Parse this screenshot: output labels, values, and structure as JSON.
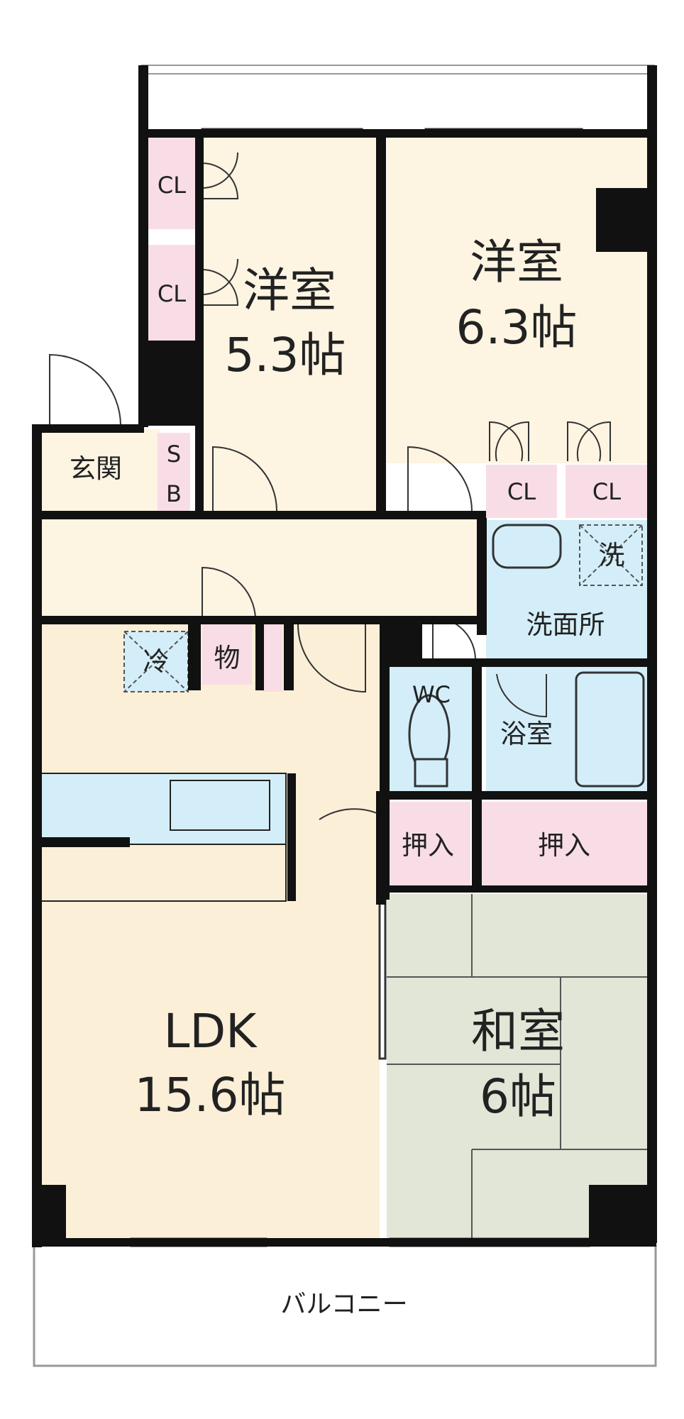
{
  "colors": {
    "wall": "#111111",
    "western": "#fdf4e2",
    "ldk": "#fcefd7",
    "wet": "#d3eef9",
    "closet": "#f9dde6",
    "tatami": "#e1e6d7",
    "balcony": "#ffffff"
  },
  "rooms": {
    "western_small": {
      "name": "洋室",
      "size": "5.3帖"
    },
    "western_large": {
      "name": "洋室",
      "size": "6.3帖"
    },
    "ldk": {
      "name": "LDK",
      "size": "15.6帖"
    },
    "japanese": {
      "name": "和室",
      "size": "6帖"
    },
    "entrance": "玄関",
    "washroom": "洗面所",
    "bath": "浴室",
    "toilet": "WC"
  },
  "storage": {
    "cl": "CL",
    "shoebox_top": "S",
    "shoebox_bottom": "B",
    "storage": "物",
    "oshiire": "押入"
  },
  "appliances": {
    "fridge": "冷",
    "washer": "洗"
  },
  "balcony": "バルコニー"
}
